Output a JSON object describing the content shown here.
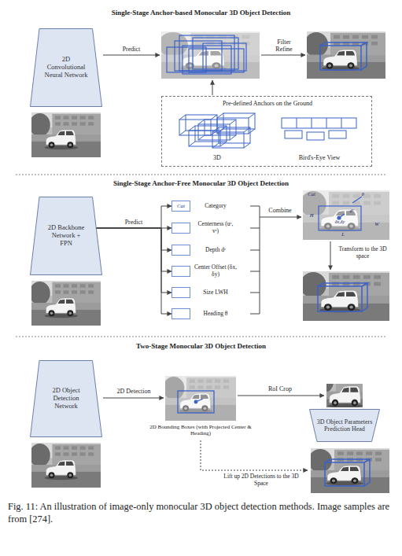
{
  "diagram": {
    "caption": "Fig. 11: An illustration of image-only monocular 3D object detection methods. Image samples are from [274].",
    "nodes": [
      {
        "text": [
          "2D Convolutional Neural Network"
        ]
      },
      {
        "text": [
          "Pre-defined Anchors on the Ground",
          "3D",
          "Bird's-Eye View"
        ]
      },
      {
        "text": [
          "2D Backbone Network + FPN"
        ]
      },
      {
        "text": [
          "Cat",
          "Category"
        ]
      },
      {
        "text": [
          "Centerness (uᶜ, vᶜ)"
        ]
      },
      {
        "text": [
          "Depth dᶜ"
        ]
      },
      {
        "text": [
          "Center Offset (δx, δy)"
        ]
      },
      {
        "text": [
          "Size LWH"
        ]
      },
      {
        "text": [
          "Heading θ"
        ]
      },
      {
        "text": [
          "2D Object Detection Network"
        ]
      },
      {
        "text": [
          "3D Object Parameters Prediction Head"
        ]
      }
    ],
    "edges": [
      {
        "from": 2,
        "to": 3,
        "arrow": "to"
      },
      {
        "from": 2,
        "to": 4,
        "arrow": "to"
      },
      {
        "from": 2,
        "to": 5,
        "arrow": "to"
      },
      {
        "from": 2,
        "to": 6,
        "arrow": "to"
      },
      {
        "from": 2,
        "to": 7,
        "arrow": "to"
      },
      {
        "from": 2,
        "to": 8,
        "arrow": "to"
      }
    ],
    "labels": [
      "Single-Stage Anchor-based Monocular 3D Object Detection",
      "Predict",
      "Filter Refine",
      "Single-Stage Anchor-Free Monocular 3D Object Detection",
      "Predict",
      "Combine",
      "Cat",
      "θ",
      "H",
      "W",
      "L",
      "δx,δy",
      "dᶜ",
      "Transform to the 3D space",
      "Two-Stage Monocular 3D Object Detection",
      "2D Detection",
      "2D Bounding Boxes (with Projected Center & Heading)",
      "RoI Crop",
      "Lift up 2D Detections to the 3D Space"
    ]
  }
}
